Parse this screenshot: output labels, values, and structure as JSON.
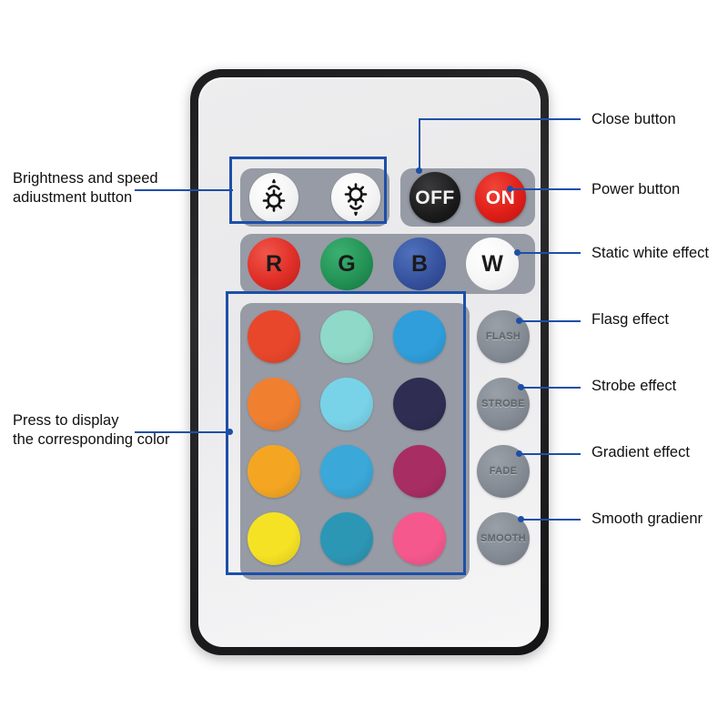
{
  "device": {
    "name": "rgb-led-remote-control",
    "body_color": "#1d1d1f",
    "face_color": "#ededee",
    "panel_color": "#8e949e"
  },
  "accent_color": "#1d4fa8",
  "brightness_buttons": [
    {
      "id": "brightness-up",
      "icon": "sun-increase-icon"
    },
    {
      "id": "brightness-down",
      "icon": "sun-decrease-icon"
    }
  ],
  "power_buttons": [
    {
      "id": "off-button",
      "label": "OFF",
      "color": "#1b1b1c",
      "text_color": "#f2f2f2"
    },
    {
      "id": "on-button",
      "label": "ON",
      "color": "#e01f19",
      "text_color": "#ffffff"
    }
  ],
  "rgbw_buttons": [
    {
      "id": "red-button",
      "label": "R",
      "color": "#e02f28"
    },
    {
      "id": "green-button",
      "label": "G",
      "color": "#249356"
    },
    {
      "id": "blue-button",
      "label": "B",
      "color": "#37539f"
    },
    {
      "id": "white-button",
      "label": "W",
      "color": "#f6f6f6"
    }
  ],
  "color_grid": {
    "rows": 4,
    "cols": 3,
    "swatches": [
      {
        "id": "color-1",
        "color": "#e8472b"
      },
      {
        "id": "color-2",
        "color": "#8ed9c7"
      },
      {
        "id": "color-3",
        "color": "#2f9edb"
      },
      {
        "id": "color-4",
        "color": "#f08030"
      },
      {
        "id": "color-5",
        "color": "#79d3e8"
      },
      {
        "id": "color-6",
        "color": "#2f2d52"
      },
      {
        "id": "color-7",
        "color": "#f4a623"
      },
      {
        "id": "color-8",
        "color": "#3aa8d8"
      },
      {
        "id": "color-9",
        "color": "#a82d63"
      },
      {
        "id": "color-10",
        "color": "#f5e224"
      },
      {
        "id": "color-11",
        "color": "#2c97b5"
      },
      {
        "id": "color-12",
        "color": "#f5588d"
      }
    ]
  },
  "effect_buttons": [
    {
      "id": "flash-button",
      "label": "FLASH"
    },
    {
      "id": "strobe-button",
      "label": "STROBE"
    },
    {
      "id": "fade-button",
      "label": "FADE"
    },
    {
      "id": "smooth-button",
      "label": "SMOOTH"
    }
  ],
  "callouts": {
    "brightness": "Brightness and speed\nadiustment button",
    "press_color": "Press to display\nthe corresponding color",
    "close": "Close button",
    "power": "Power button",
    "static_white": "Static white effect",
    "flash": "Flasg effect",
    "strobe": "Strobe effect",
    "gradient": "Gradient effect",
    "smooth": "Smooth gradienr"
  }
}
